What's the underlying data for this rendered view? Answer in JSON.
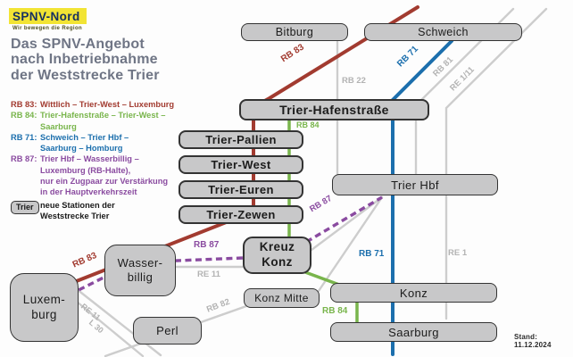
{
  "logo": {
    "name": "SPNV-Nord",
    "tagline": "Wir bewegen die Region"
  },
  "title": {
    "line1": "Das SPNV-Angebot",
    "line2": "nach Inbetriebnahme",
    "line3": "der Weststrecke Trier"
  },
  "legend": {
    "rb83": {
      "label": "RB 83:",
      "line1": "Wittlich – Trier-West – Luxemburg"
    },
    "rb84": {
      "label": "RB 84:",
      "line1": "Trier-Hafenstraße – Trier-West –",
      "line2": "Saarburg"
    },
    "rb71": {
      "label": "RB 71:",
      "line1": "Schweich – Trier Hbf –",
      "line2": "Saarburg – Homburg"
    },
    "rb87": {
      "label": "RB 87:",
      "line1": "Trier Hbf – Wasserbillig –",
      "line2": "Luxemburg (RB-Halte),",
      "line3": "nur ein Zugpaar zur Verstärkung",
      "line4": "in der Hauptverkehrszeit"
    },
    "new_stations": {
      "box": "Trier",
      "line1": "neue Stationen der",
      "line2": "Weststrecke Trier"
    }
  },
  "map": {
    "stations": {
      "bitburg": "Bitburg",
      "schweich": "Schweich",
      "hafenstrasse": "Trier-Hafenstraße",
      "pallien": "Trier-Pallien",
      "west": "Trier-West",
      "euren": "Trier-Euren",
      "zewen": "Trier-Zewen",
      "hbf": "Trier Hbf",
      "kreuz_konz_1": "Kreuz",
      "kreuz_konz_2": "Konz",
      "konz_mitte": "Konz Mitte",
      "konz": "Konz",
      "saarburg": "Saarburg",
      "wasserbillig_1": "Wasser-",
      "wasserbillig_2": "billig",
      "luxemburg_1": "Luxem-",
      "luxemburg_2": "burg",
      "perl": "Perl"
    },
    "line_labels": {
      "rb83_top": "RB 83",
      "rb22": "RB 22",
      "rb71_top": "RB 71",
      "rb81": "RB 81",
      "re1_11": "RE 1/11",
      "rb84_top": "RB 84",
      "rb87_diag": "RB 87",
      "rb71_mid": "RB 71",
      "re1": "RE 1",
      "rb87_left": "RB 87",
      "re11_mid": "RE 11",
      "rb83_left": "RB 83",
      "re11_lux": "RE 11",
      "l30": "L 30",
      "rb82": "RB 82",
      "rb84_low": "RB 84"
    }
  },
  "colors": {
    "rb83": "#a23b30",
    "rb84": "#79b54c",
    "rb71": "#1c6fad",
    "rb87": "#8a4ba0",
    "secondary_line": "#cdcdcd",
    "station_fill": "#c8c8c9",
    "station_border": "#333333",
    "logo_yellow": "#f2e434",
    "logo_navy": "#163061",
    "title_gray": "#6f7585"
  },
  "footer": {
    "stand": "Stand: 11.12.2024"
  }
}
